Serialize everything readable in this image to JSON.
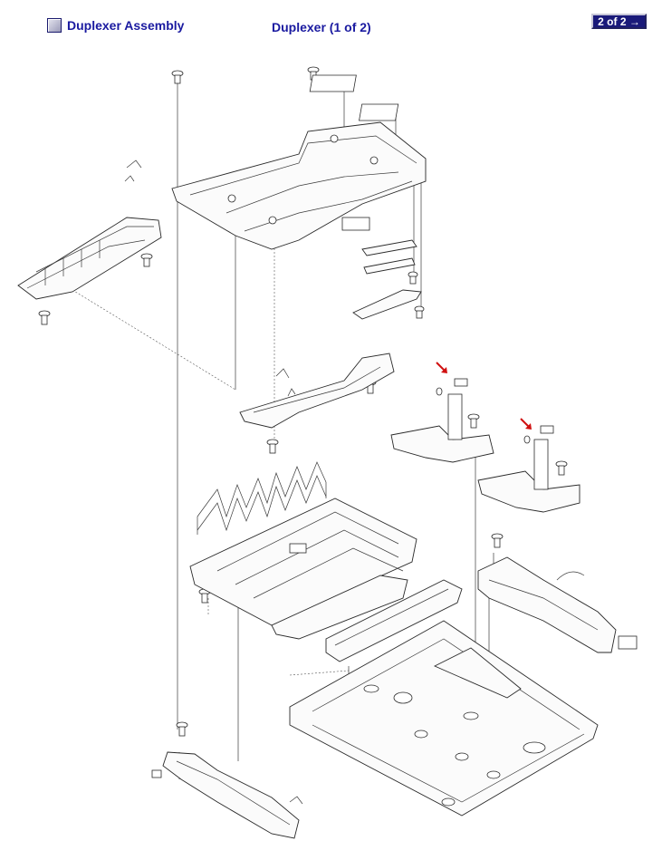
{
  "header": {
    "assembly_link_label": "Duplexer Assembly",
    "title": "Duplexer (1 of 2)",
    "page_nav_label": "2 of 2 →"
  },
  "icons": {
    "assembly": "square-button-icon",
    "callouts": "red-arrow-icon"
  },
  "colors": {
    "link_text": "#1a1aa0",
    "nav_button_bg": "#1a1a7a",
    "callout_arrow": "#d01010"
  }
}
